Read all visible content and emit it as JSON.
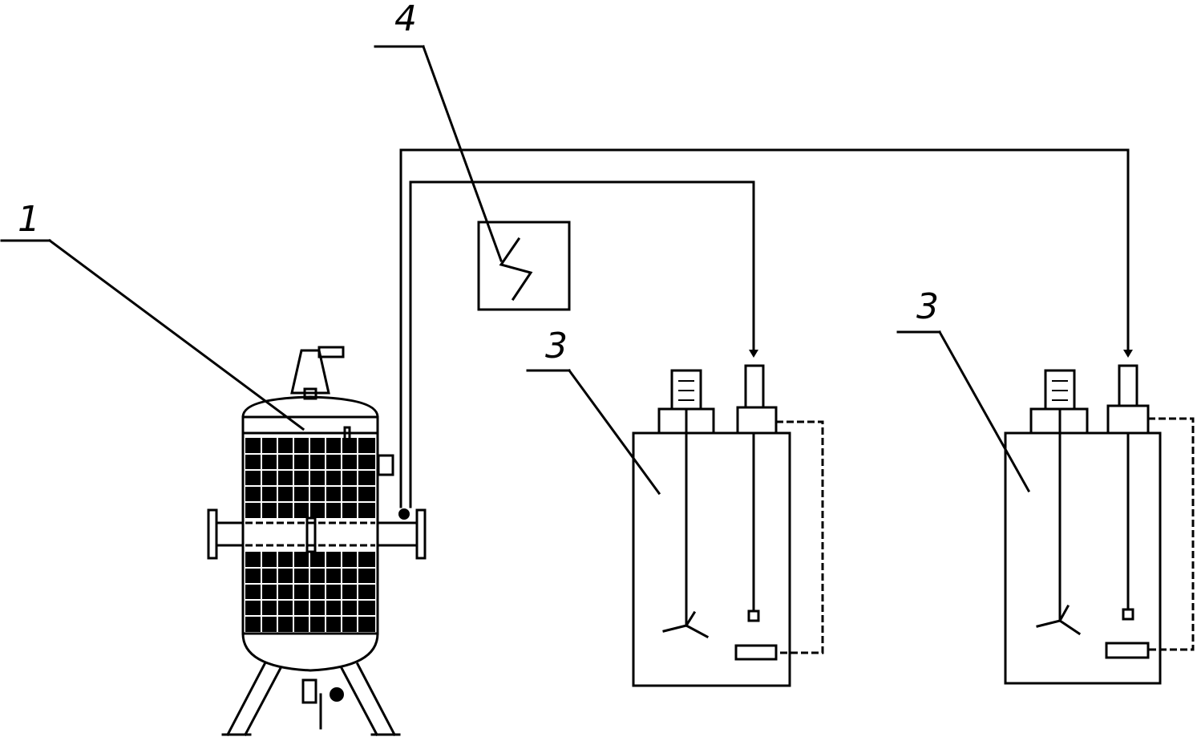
{
  "labels": {
    "filter_vessel": "1",
    "reactor_left": "3",
    "reactor_right": "3",
    "controller": "4"
  },
  "colors": {
    "line": "#000000",
    "background": "#ffffff"
  }
}
